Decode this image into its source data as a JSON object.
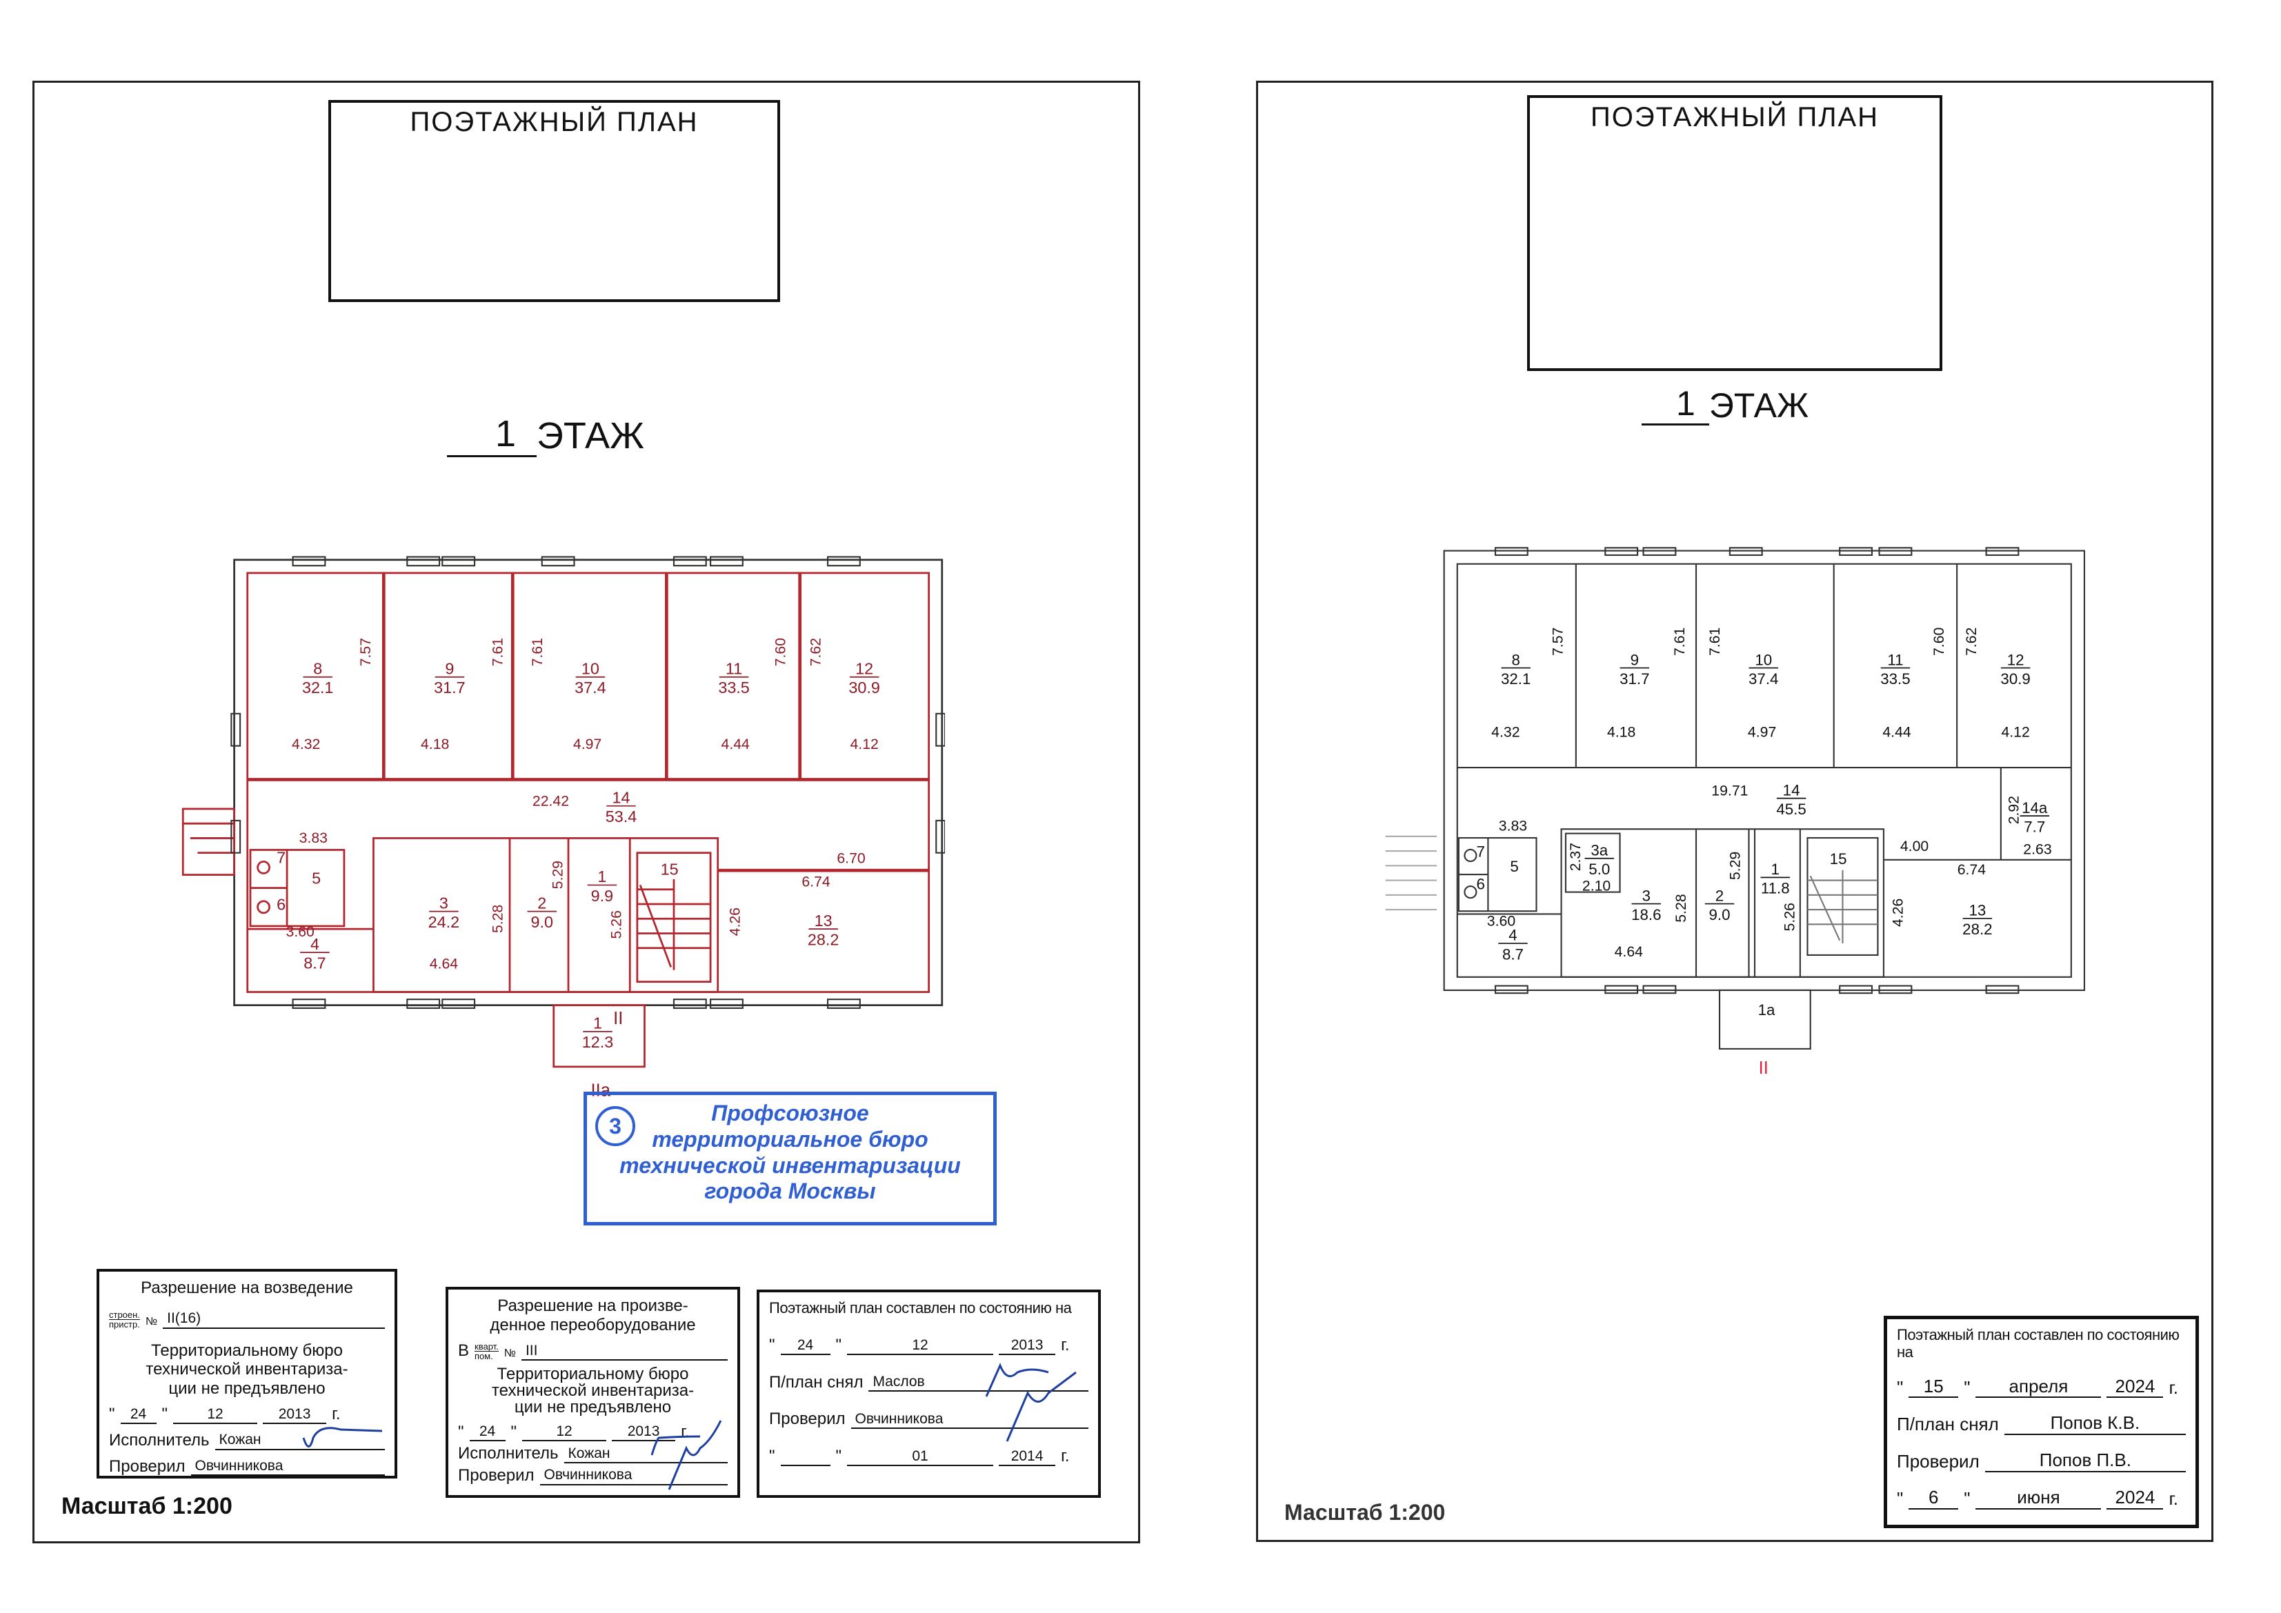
{
  "left": {
    "title_box": "ПОЭТАЖНЫЙ ПЛАН",
    "floor_number": "1",
    "floor_label": "ЭТАЖ",
    "plan": {
      "rooms": {
        "r8": {
          "num": "8",
          "area": "32.1"
        },
        "r9": {
          "num": "9",
          "area": "31.7"
        },
        "r10": {
          "num": "10",
          "area": "37.4"
        },
        "r11": {
          "num": "11",
          "area": "33.5"
        },
        "r12": {
          "num": "12",
          "area": "30.9"
        },
        "r14": {
          "num": "14",
          "area": "53.4"
        },
        "r4": {
          "num": "4",
          "area": "8.7"
        },
        "r3": {
          "num": "3",
          "area": "24.2"
        },
        "r2": {
          "num": "2",
          "area": "9.0"
        },
        "r1": {
          "num": "1",
          "area": "9.9"
        },
        "r13": {
          "num": "13",
          "area": "28.2"
        },
        "r1p": {
          "num": "1",
          "area": "12.3"
        },
        "r5": "5",
        "r7": "7",
        "r6": "6",
        "r15": "15"
      },
      "dims": {
        "w8": "4.32",
        "w9": "4.18",
        "w10": "4.97",
        "w11": "4.44",
        "w12": "4.12",
        "h8": "7.57",
        "h9": "7.61",
        "h10": "7.61",
        "h11": "7.60",
        "h12": "7.62",
        "corr": "22.42",
        "d383": "3.83",
        "d360": "3.60",
        "d464": "4.64",
        "d528": "5.28",
        "d529": "5.29",
        "d526": "5.26",
        "d426": "4.26",
        "d670": "6.70",
        "d674": "6.74"
      },
      "section_ii": "II",
      "section_iia": "IIa"
    },
    "stamp": {
      "number": "3",
      "lines": [
        "Профсоюзное",
        "территориальное бюро",
        "технической инвентаризации",
        "города Москвы"
      ]
    },
    "permit_box": {
      "title": "Разрешение на возведение",
      "frac_top": "строен.",
      "frac_bottom": "пристр.",
      "no_label": "№",
      "no_value": "II(16)",
      "text": [
        "Территориальному бюро",
        "технической инвентариза-",
        "ции не предъявлено"
      ],
      "date": {
        "day": "24",
        "month": "12",
        "year": "2013",
        "suffix": "г."
      },
      "executor_label": "Исполнитель",
      "executor": "Кожан",
      "checker_label": "Проверил",
      "checker": "Овчинникова"
    },
    "conversion_box": {
      "title": [
        "Разрешение на произве-",
        "денное переоборудование"
      ],
      "prefix": "В",
      "frac_top": "кварт.",
      "frac_bottom": "пом.",
      "no_label": "№",
      "no_value": "III",
      "text": [
        "Территориальному бюро",
        "технической инвентариза-",
        "ции не предъявлено"
      ],
      "date": {
        "day": "24",
        "month": "12",
        "year": "2013",
        "suffix": "г."
      },
      "executor_label": "Исполнитель",
      "executor": "Кожан",
      "checker_label": "Проверил",
      "checker": "Овчинникова"
    },
    "state_box": {
      "title": "Поэтажный план составлен по состоянию на",
      "date": {
        "day": "24",
        "month": "12",
        "year": "2013",
        "suffix": "г."
      },
      "surveyor_label": "П/план снял",
      "surveyor": "Маслов",
      "checker_label": "Проверил",
      "checker": "Овчинникова",
      "date2": {
        "day": "",
        "month": "01",
        "year": "2014",
        "suffix": "г."
      }
    },
    "scale": "Масштаб 1:200"
  },
  "right": {
    "title_box": "ПОЭТАЖНЫЙ ПЛАН",
    "floor_number": "1",
    "floor_label": "ЭТАЖ",
    "plan": {
      "rooms": {
        "r8": {
          "num": "8",
          "area": "32.1"
        },
        "r9": {
          "num": "9",
          "area": "31.7"
        },
        "r10": {
          "num": "10",
          "area": "37.4"
        },
        "r11": {
          "num": "11",
          "area": "33.5"
        },
        "r12": {
          "num": "12",
          "area": "30.9"
        },
        "r14": {
          "num": "14",
          "area": "45.5"
        },
        "r14a": {
          "num": "14a",
          "area": "7.7"
        },
        "r3a": {
          "num": "3a",
          "area": "5.0"
        },
        "r3": {
          "num": "3",
          "area": "18.6"
        },
        "r2": {
          "num": "2",
          "area": "9.0"
        },
        "r1": {
          "num": "1",
          "area": "11.8"
        },
        "r13": {
          "num": "13",
          "area": "28.2"
        },
        "r4": {
          "num": "4",
          "area": "8.7"
        },
        "r5": "5",
        "r7": "7",
        "r6": "6",
        "r15": "15",
        "r1a": "1a"
      },
      "dims": {
        "w8": "4.32",
        "w9": "4.18",
        "w10": "4.97",
        "w11": "4.44",
        "w12": "4.12",
        "h8": "7.57",
        "h9": "7.61",
        "h10": "7.61",
        "h11": "7.60",
        "h12": "7.62",
        "corr": "19.71",
        "d292": "2.92",
        "d263": "2.63",
        "d400": "4.00",
        "d674": "6.74",
        "d383": "3.83",
        "d237": "2.37",
        "d210": "2.10",
        "d528": "5.28",
        "d464": "4.64",
        "d529": "5.29",
        "d526": "5.26",
        "d426": "4.26",
        "d360": "3.60"
      },
      "section_ii": "II"
    },
    "state_box": {
      "title": "Поэтажный план составлен по состоянию на",
      "date": {
        "day": "15",
        "month": "апреля",
        "year": "2024",
        "suffix": "г."
      },
      "surveyor_label": "П/план снял",
      "surveyor": "Попов К.В.",
      "checker_label": "Проверил",
      "checker": "Попов П.В.",
      "date2": {
        "day": "6",
        "month": "июня",
        "year": "2024",
        "suffix": "г."
      }
    },
    "scale": "Масштаб 1:200"
  },
  "colors": {
    "plan_red": "#b3262e",
    "label_red": "#8e1a26",
    "stamp_blue": "#2f5fd0",
    "section_red": "#e0203c"
  }
}
